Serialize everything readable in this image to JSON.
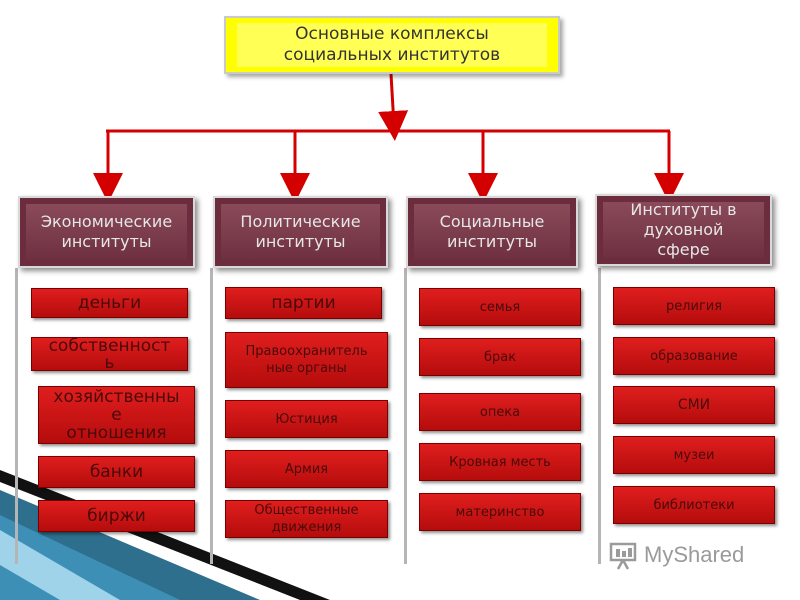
{
  "title": [
    "Основные комплексы",
    "социальных институтов"
  ],
  "columns": [
    {
      "header": [
        "Экономические",
        "институты"
      ],
      "items": [
        [
          "деньги"
        ],
        [
          "собственност",
          "ь"
        ],
        [
          "хозяйственны",
          "е",
          "отношения"
        ],
        [
          "банки"
        ],
        [
          "биржи"
        ]
      ]
    },
    {
      "header": [
        "Политические",
        "институты"
      ],
      "items": [
        [
          "партии"
        ],
        [
          "Правоохранитель",
          "ные органы"
        ],
        [
          "Юстиция"
        ],
        [
          "Армия"
        ],
        [
          "Общественные",
          "движения"
        ]
      ]
    },
    {
      "header": [
        "Социальные",
        "институты"
      ],
      "items": [
        [
          "семья"
        ],
        [
          "брак"
        ],
        [
          "опека"
        ],
        [
          "Кровная месть"
        ],
        [
          "материнство"
        ]
      ]
    },
    {
      "header": [
        "Институты в",
        "духовной",
        "сфере"
      ],
      "items": [
        [
          "религия"
        ],
        [
          "образование"
        ],
        [
          "СМИ"
        ],
        [
          "музеи"
        ],
        [
          "библиотеки"
        ]
      ]
    }
  ],
  "watermark": "MyShared"
}
